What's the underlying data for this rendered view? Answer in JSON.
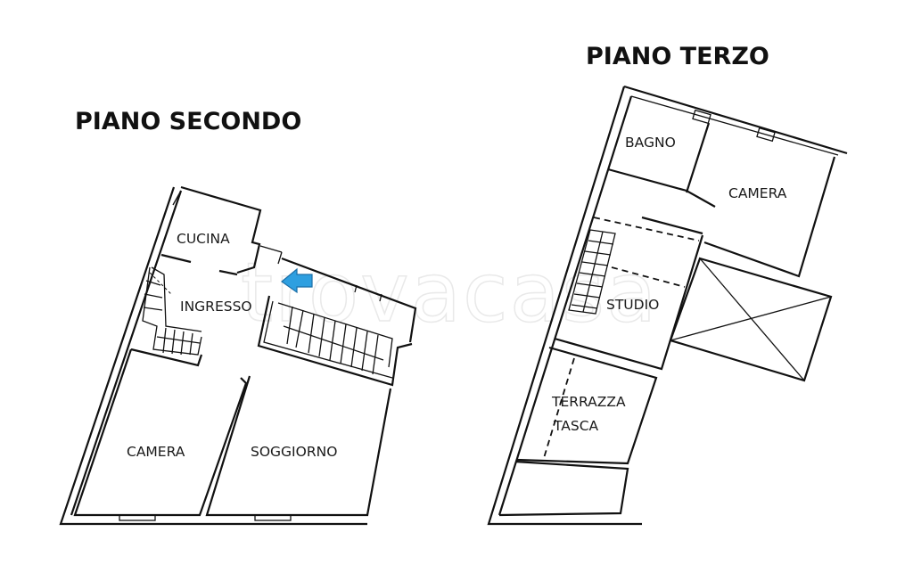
{
  "watermark": {
    "text": "trovacasa",
    "color": "#e6e6e6"
  },
  "floors": [
    {
      "title": "PIANO SECONDO",
      "rooms": [
        {
          "label": "CUCINA"
        },
        {
          "label": "INGRESSO"
        },
        {
          "label": "CAMERA"
        },
        {
          "label": "SOGGIORNO"
        }
      ],
      "entrance_marker": {
        "icon": "arrow-left-icon",
        "color": "#2e9fe0"
      }
    },
    {
      "title": "PIANO TERZO",
      "rooms": [
        {
          "label": "BAGNO"
        },
        {
          "label": "CAMERA"
        },
        {
          "label": "STUDIO"
        },
        {
          "label": "TERRAZZA"
        },
        {
          "label": "TASCA"
        }
      ]
    }
  ],
  "colors": {
    "lines": "#111111",
    "background": "#ffffff",
    "accent": "#2e9fe0"
  }
}
